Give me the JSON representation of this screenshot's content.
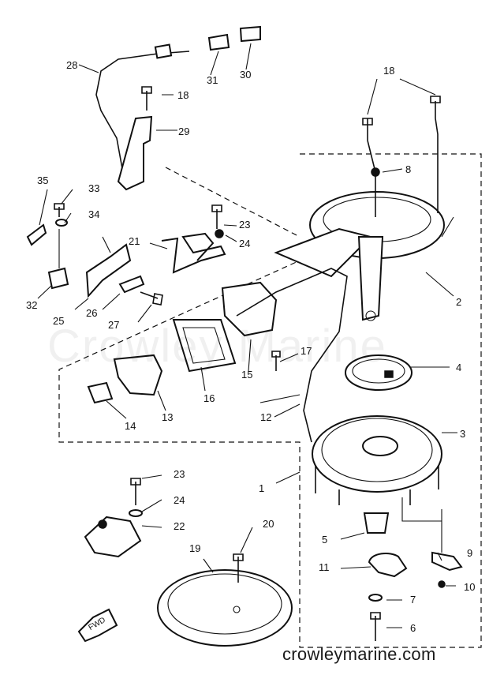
{
  "diagram": {
    "watermark": "Crowley Marine",
    "site_url": "crowleymarine.com",
    "fwd_mark": "FWD",
    "callouts": [
      {
        "id": "28",
        "text": "28"
      },
      {
        "id": "31",
        "text": "31"
      },
      {
        "id": "30",
        "text": "30"
      },
      {
        "id": "18a",
        "text": "18"
      },
      {
        "id": "18b",
        "text": "18"
      },
      {
        "id": "29",
        "text": "29"
      },
      {
        "id": "8",
        "text": "8"
      },
      {
        "id": "35",
        "text": "35"
      },
      {
        "id": "33",
        "text": "33"
      },
      {
        "id": "34",
        "text": "34"
      },
      {
        "id": "23a",
        "text": "23"
      },
      {
        "id": "24a",
        "text": "24"
      },
      {
        "id": "21",
        "text": "21"
      },
      {
        "id": "2",
        "text": "2"
      },
      {
        "id": "32",
        "text": "32"
      },
      {
        "id": "26",
        "text": "26"
      },
      {
        "id": "25",
        "text": "25"
      },
      {
        "id": "27",
        "text": "27"
      },
      {
        "id": "17",
        "text": "17"
      },
      {
        "id": "15",
        "text": "15"
      },
      {
        "id": "4",
        "text": "4"
      },
      {
        "id": "16",
        "text": "16"
      },
      {
        "id": "13",
        "text": "13"
      },
      {
        "id": "14",
        "text": "14"
      },
      {
        "id": "12",
        "text": "12"
      },
      {
        "id": "3",
        "text": "3"
      },
      {
        "id": "23b",
        "text": "23"
      },
      {
        "id": "1",
        "text": "1"
      },
      {
        "id": "24b",
        "text": "24"
      },
      {
        "id": "22",
        "text": "22"
      },
      {
        "id": "20",
        "text": "20"
      },
      {
        "id": "5",
        "text": "5"
      },
      {
        "id": "19",
        "text": "19"
      },
      {
        "id": "9",
        "text": "9"
      },
      {
        "id": "11",
        "text": "11"
      },
      {
        "id": "10",
        "text": "10"
      },
      {
        "id": "7",
        "text": "7"
      },
      {
        "id": "6",
        "text": "6"
      }
    ]
  }
}
